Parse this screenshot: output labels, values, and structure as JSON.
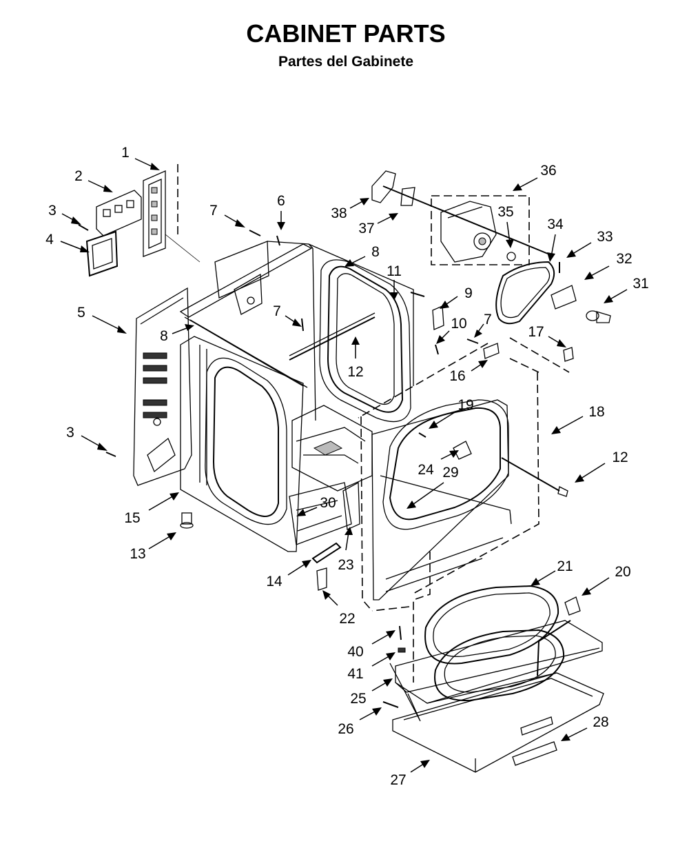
{
  "title": "CABINET PARTS",
  "subtitle": "Partes del Gabinete",
  "callouts": [
    {
      "id": "c1",
      "label": "1"
    },
    {
      "id": "c2",
      "label": "2"
    },
    {
      "id": "c3a",
      "label": "3"
    },
    {
      "id": "c4",
      "label": "4"
    },
    {
      "id": "c5",
      "label": "5"
    },
    {
      "id": "c3b",
      "label": "3"
    },
    {
      "id": "c15",
      "label": "15"
    },
    {
      "id": "c13",
      "label": "13"
    },
    {
      "id": "c14",
      "label": "14"
    },
    {
      "id": "c7a",
      "label": "7"
    },
    {
      "id": "c6",
      "label": "6"
    },
    {
      "id": "c8a",
      "label": "8"
    },
    {
      "id": "c8b",
      "label": "8"
    },
    {
      "id": "c7b",
      "label": "7"
    },
    {
      "id": "c11",
      "label": "11"
    },
    {
      "id": "c12a",
      "label": "12"
    },
    {
      "id": "c30",
      "label": "30"
    },
    {
      "id": "c23",
      "label": "23"
    },
    {
      "id": "c22",
      "label": "22"
    },
    {
      "id": "c38",
      "label": "38"
    },
    {
      "id": "c37",
      "label": "37"
    },
    {
      "id": "c36",
      "label": "36"
    },
    {
      "id": "c35",
      "label": "35"
    },
    {
      "id": "c34",
      "label": "34"
    },
    {
      "id": "c33",
      "label": "33"
    },
    {
      "id": "c32",
      "label": "32"
    },
    {
      "id": "c31",
      "label": "31"
    },
    {
      "id": "c9",
      "label": "9"
    },
    {
      "id": "c10",
      "label": "10"
    },
    {
      "id": "c7c",
      "label": "7"
    },
    {
      "id": "c17",
      "label": "17"
    },
    {
      "id": "c16",
      "label": "16"
    },
    {
      "id": "c19",
      "label": "19"
    },
    {
      "id": "c18",
      "label": "18"
    },
    {
      "id": "c12b",
      "label": "12"
    },
    {
      "id": "c24",
      "label": "24"
    },
    {
      "id": "c29",
      "label": "29"
    },
    {
      "id": "c21",
      "label": "21"
    },
    {
      "id": "c20",
      "label": "20"
    },
    {
      "id": "c40",
      "label": "40"
    },
    {
      "id": "c41",
      "label": "41"
    },
    {
      "id": "c25",
      "label": "25"
    },
    {
      "id": "c26",
      "label": "26"
    },
    {
      "id": "c28",
      "label": "28"
    },
    {
      "id": "c27",
      "label": "27"
    }
  ]
}
